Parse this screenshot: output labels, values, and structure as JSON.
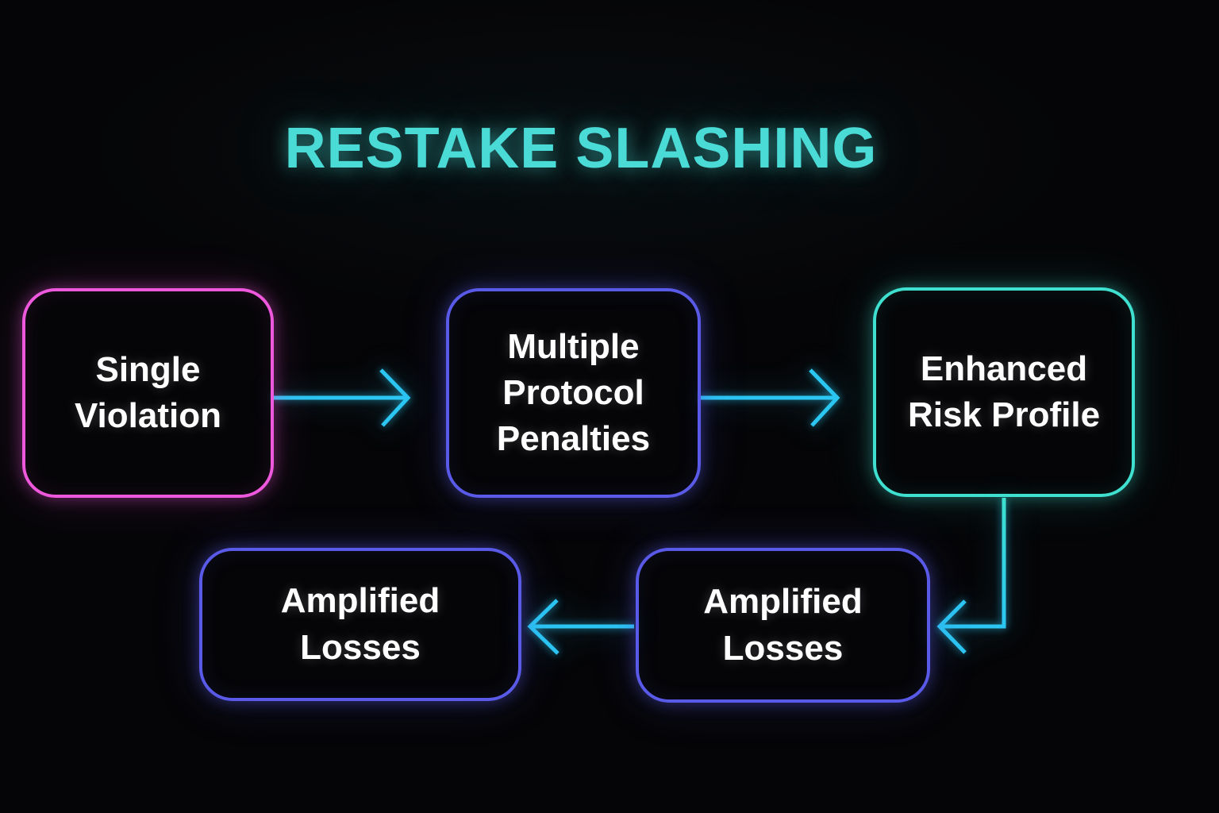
{
  "title": "RESTAKE SLASHING",
  "colors": {
    "background": "#050507",
    "title": "#4adbd6",
    "arrow": "#2bc6f2",
    "node_text": "#ffffff",
    "single_violation_border": "#ee58dc",
    "multiple_protocol_penalties_border": "#5a5ae8",
    "enhanced_risk_profile_border": "#3fe0d0",
    "amplified_losses_right_border": "#5a5ae8",
    "amplified_losses_left_border": "#5757e6"
  },
  "nodes": [
    {
      "id": "single-violation",
      "label": "Single\nViolation",
      "border_color": "#ee58dc"
    },
    {
      "id": "multiple-protocol-penalties",
      "label": "Multiple\nProtocol\nPenalties",
      "border_color": "#5a5ae8"
    },
    {
      "id": "enhanced-risk-profile",
      "label": "Enhanced\nRisk Profile",
      "border_color": "#3fe0d0"
    },
    {
      "id": "amplified-losses-right",
      "label": "Amplified\nLosses",
      "border_color": "#5a5ae8"
    },
    {
      "id": "amplified-losses-left",
      "label": "Amplified\nLosses",
      "border_color": "#5757e6"
    }
  ],
  "edges": [
    {
      "from": "single-violation",
      "to": "multiple-protocol-penalties",
      "direction": "right"
    },
    {
      "from": "multiple-protocol-penalties",
      "to": "enhanced-risk-profile",
      "direction": "right"
    },
    {
      "from": "enhanced-risk-profile",
      "to": "amplified-losses-right",
      "direction": "down-left"
    },
    {
      "from": "amplified-losses-right",
      "to": "amplified-losses-left",
      "direction": "left"
    }
  ]
}
